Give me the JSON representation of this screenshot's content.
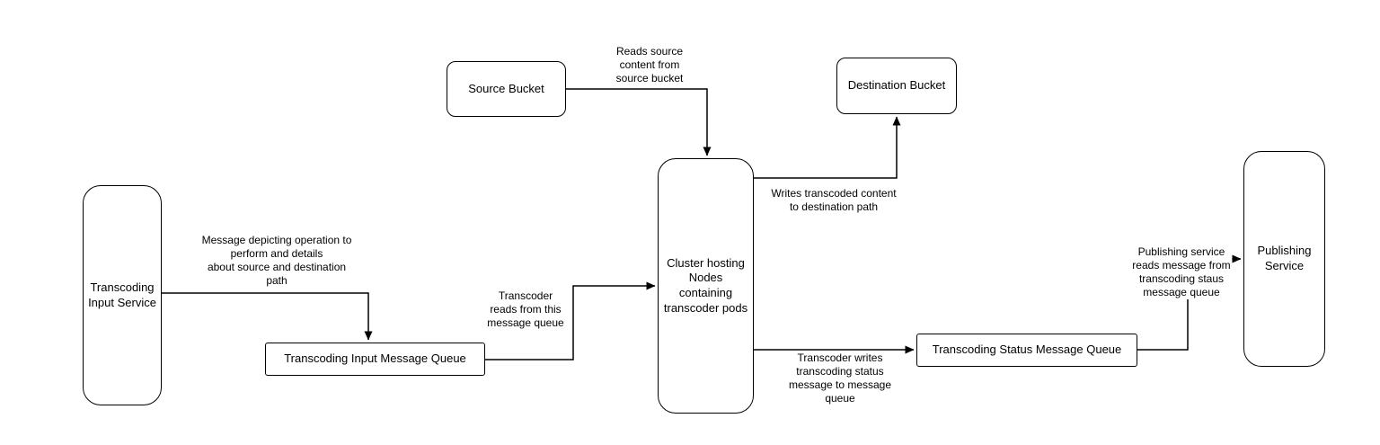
{
  "colors": {
    "background": "#ffffff",
    "node_fill": "#ffffff",
    "stroke": "#000000",
    "text": "#000000"
  },
  "diagram": {
    "nodes": {
      "transcoding_input_service": {
        "label": "Transcoding\nInput Service"
      },
      "source_bucket": {
        "label": "Source Bucket"
      },
      "destination_bucket": {
        "label": "Destination Bucket"
      },
      "cluster": {
        "label": "Cluster hosting\nNodes containing\ntranscoder pods"
      },
      "transcoding_input_queue": {
        "label": "Transcoding Input Message Queue"
      },
      "transcoding_status_queue": {
        "label": "Transcoding Status Message Queue"
      },
      "publishing_service": {
        "label": "Publishing\nService"
      }
    },
    "edges": {
      "input_to_queue": {
        "from": "transcoding_input_service",
        "to": "transcoding_input_queue",
        "label": "Message depicting operation to\nperform and details\nabout source and destination\npath"
      },
      "queue_to_cluster": {
        "from": "transcoding_input_queue",
        "to": "cluster",
        "label": "Transcoder\nreads from this\nmessage queue"
      },
      "source_to_cluster": {
        "from": "source_bucket",
        "to": "cluster",
        "label": "Reads source\ncontent from\nsource bucket"
      },
      "cluster_to_destination": {
        "from": "cluster",
        "to": "destination_bucket",
        "label": "Writes transcoded content\nto destination path"
      },
      "cluster_to_status_queue": {
        "from": "cluster",
        "to": "transcoding_status_queue",
        "label": "Transcoder writes\ntranscoding status\nmessage to message\nqueue"
      },
      "status_queue_to_publishing": {
        "from": "transcoding_status_queue",
        "to": "publishing_service",
        "label": "Publishing service\nreads message from\ntranscoding staus\nmessage queue"
      }
    }
  }
}
